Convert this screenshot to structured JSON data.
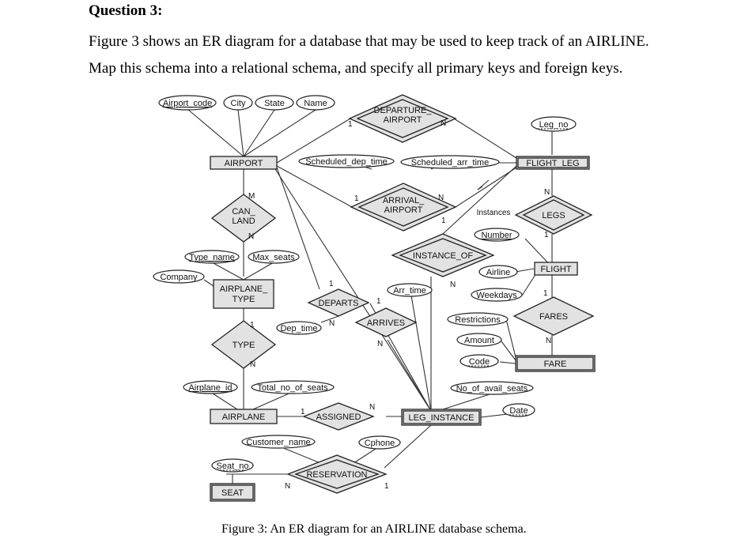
{
  "heading": "Question 3:",
  "intro_line1": "Figure 3 shows an ER diagram for a database that may be used to keep track of an AIRLINE.",
  "intro_line2": "Map this schema into a relational schema, and specify all primary keys and foreign keys.",
  "caption": "Figure 3: An ER diagram for an AIRLINE database schema.",
  "entities": {
    "airport": "AIRPORT",
    "flight_leg": "FLIGHT_LEG",
    "flight": "FLIGHT",
    "fare": "FARE",
    "airplane_type": [
      "AIRPLANE_",
      "TYPE"
    ],
    "airplane": "AIRPLANE",
    "leg_instance": "LEG_INSTANCE",
    "seat": "SEAT"
  },
  "relationships": {
    "departure_airport": [
      "DEPARTURE_",
      "AIRPORT"
    ],
    "arrival_airport": [
      "ARRIVAL_",
      "AIRPORT"
    ],
    "can_land": [
      "CAN_",
      "LAND"
    ],
    "legs": "LEGS",
    "instance_of": "INSTANCE_OF",
    "fares": "FARES",
    "type": "TYPE",
    "departs": "DEPARTS",
    "arrives": "ARRIVES",
    "assigned": "ASSIGNED",
    "reservation": "RESERVATION"
  },
  "attributes": {
    "airport_code": "Airport_code",
    "city": "City",
    "state": "State",
    "name": "Name",
    "leg_no": "Leg_no",
    "scheduled_dep_time": "Scheduled_dep_time",
    "scheduled_arr_time": "Scheduled_arr_time",
    "instances": "Instances",
    "number": "Number",
    "airline": "Airline",
    "weekdays": "Weekdays",
    "restrictions": "Restrictions",
    "amount": "Amount",
    "code": "Code",
    "type_name": "Type_name",
    "max_seats": "Max_seats",
    "company": "Company",
    "arr_time": "Arr_time",
    "dep_time": "Dep_time",
    "airplane_id": "Airplane_id",
    "total_no_of_seats": "Total_no_of_seats",
    "no_of_avail_seats": "No_of_avail_seats",
    "date": "Date",
    "customer_name": "Customer_name",
    "cphone": "Cphone",
    "seat_no": "Seat_no"
  },
  "cardinality": {
    "one": "1",
    "many": "N",
    "m": "M"
  }
}
